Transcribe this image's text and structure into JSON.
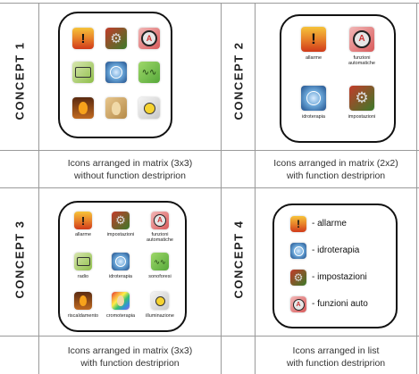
{
  "concepts": [
    {
      "title": "CONCEPT 1",
      "caption_line1": "Icons arranged in matrix (3x3)",
      "caption_line2": "without function destriprion"
    },
    {
      "title": "CONCEPT 2",
      "caption_line1": "Icons arranged in matrix (2x2)",
      "caption_line2": "with function destriprion",
      "labels": {
        "allarme": "allarme",
        "funzioni_line1": "funzioni",
        "funzioni_line2": "automatiche",
        "idroterapia": "idroterapia",
        "impostazioni": "impostazioni"
      }
    },
    {
      "title": "CONCEPT 3",
      "caption_line1": "Icons arranged in matrix (3x3)",
      "caption_line2": "with function destriprion",
      "labels": {
        "allarme": "allarme",
        "impostazioni": "impostazioni",
        "funzioni_line1": "funzioni",
        "funzioni_line2": "automatiche",
        "radio": "radio",
        "idroterapia": "idroterapia",
        "sonoforesi": "sonoforesi",
        "riscaldamento": "riscaldamento",
        "cromoterapia": "cromoterapia",
        "illuminazione": "illuminazione"
      }
    },
    {
      "title": "CONCEPT 4",
      "caption_line1": "Icons arranged in list",
      "caption_line2": "with function destriprion",
      "list": [
        "- allarme",
        "- idroterapia",
        "- impostazioni",
        "- funzioni auto"
      ]
    }
  ],
  "icons": {
    "warning": "warning-icon",
    "gear": "gear-icon",
    "auto": "auto-mode-icon",
    "radio": "radio-icon",
    "hydro": "hydrotherapy-icon",
    "sono": "sonophoresis-icon",
    "heat": "heating-flame-icon",
    "chromo": "chromotherapy-icon",
    "bulb": "lightbulb-icon"
  }
}
